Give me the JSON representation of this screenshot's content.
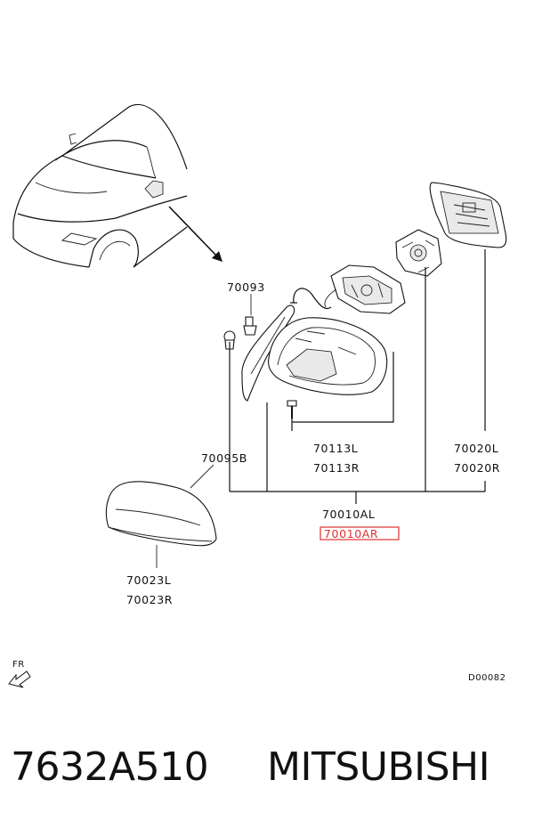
{
  "labels": {
    "p70093": "70093",
    "p70095b": "70095B",
    "p70113l": "70113L",
    "p70113r": "70113R",
    "p70020l": "70020L",
    "p70020r": "70020R",
    "p70010al": "70010AL",
    "p70010ar": "70010AR",
    "p70023l": "70023L",
    "p70023r": "70023R",
    "fr": "FR",
    "diagram_code": "D00082"
  },
  "highlight_color": "#e03030",
  "footer": {
    "part_number": "7632A510",
    "brand": "MITSUBISHI"
  }
}
